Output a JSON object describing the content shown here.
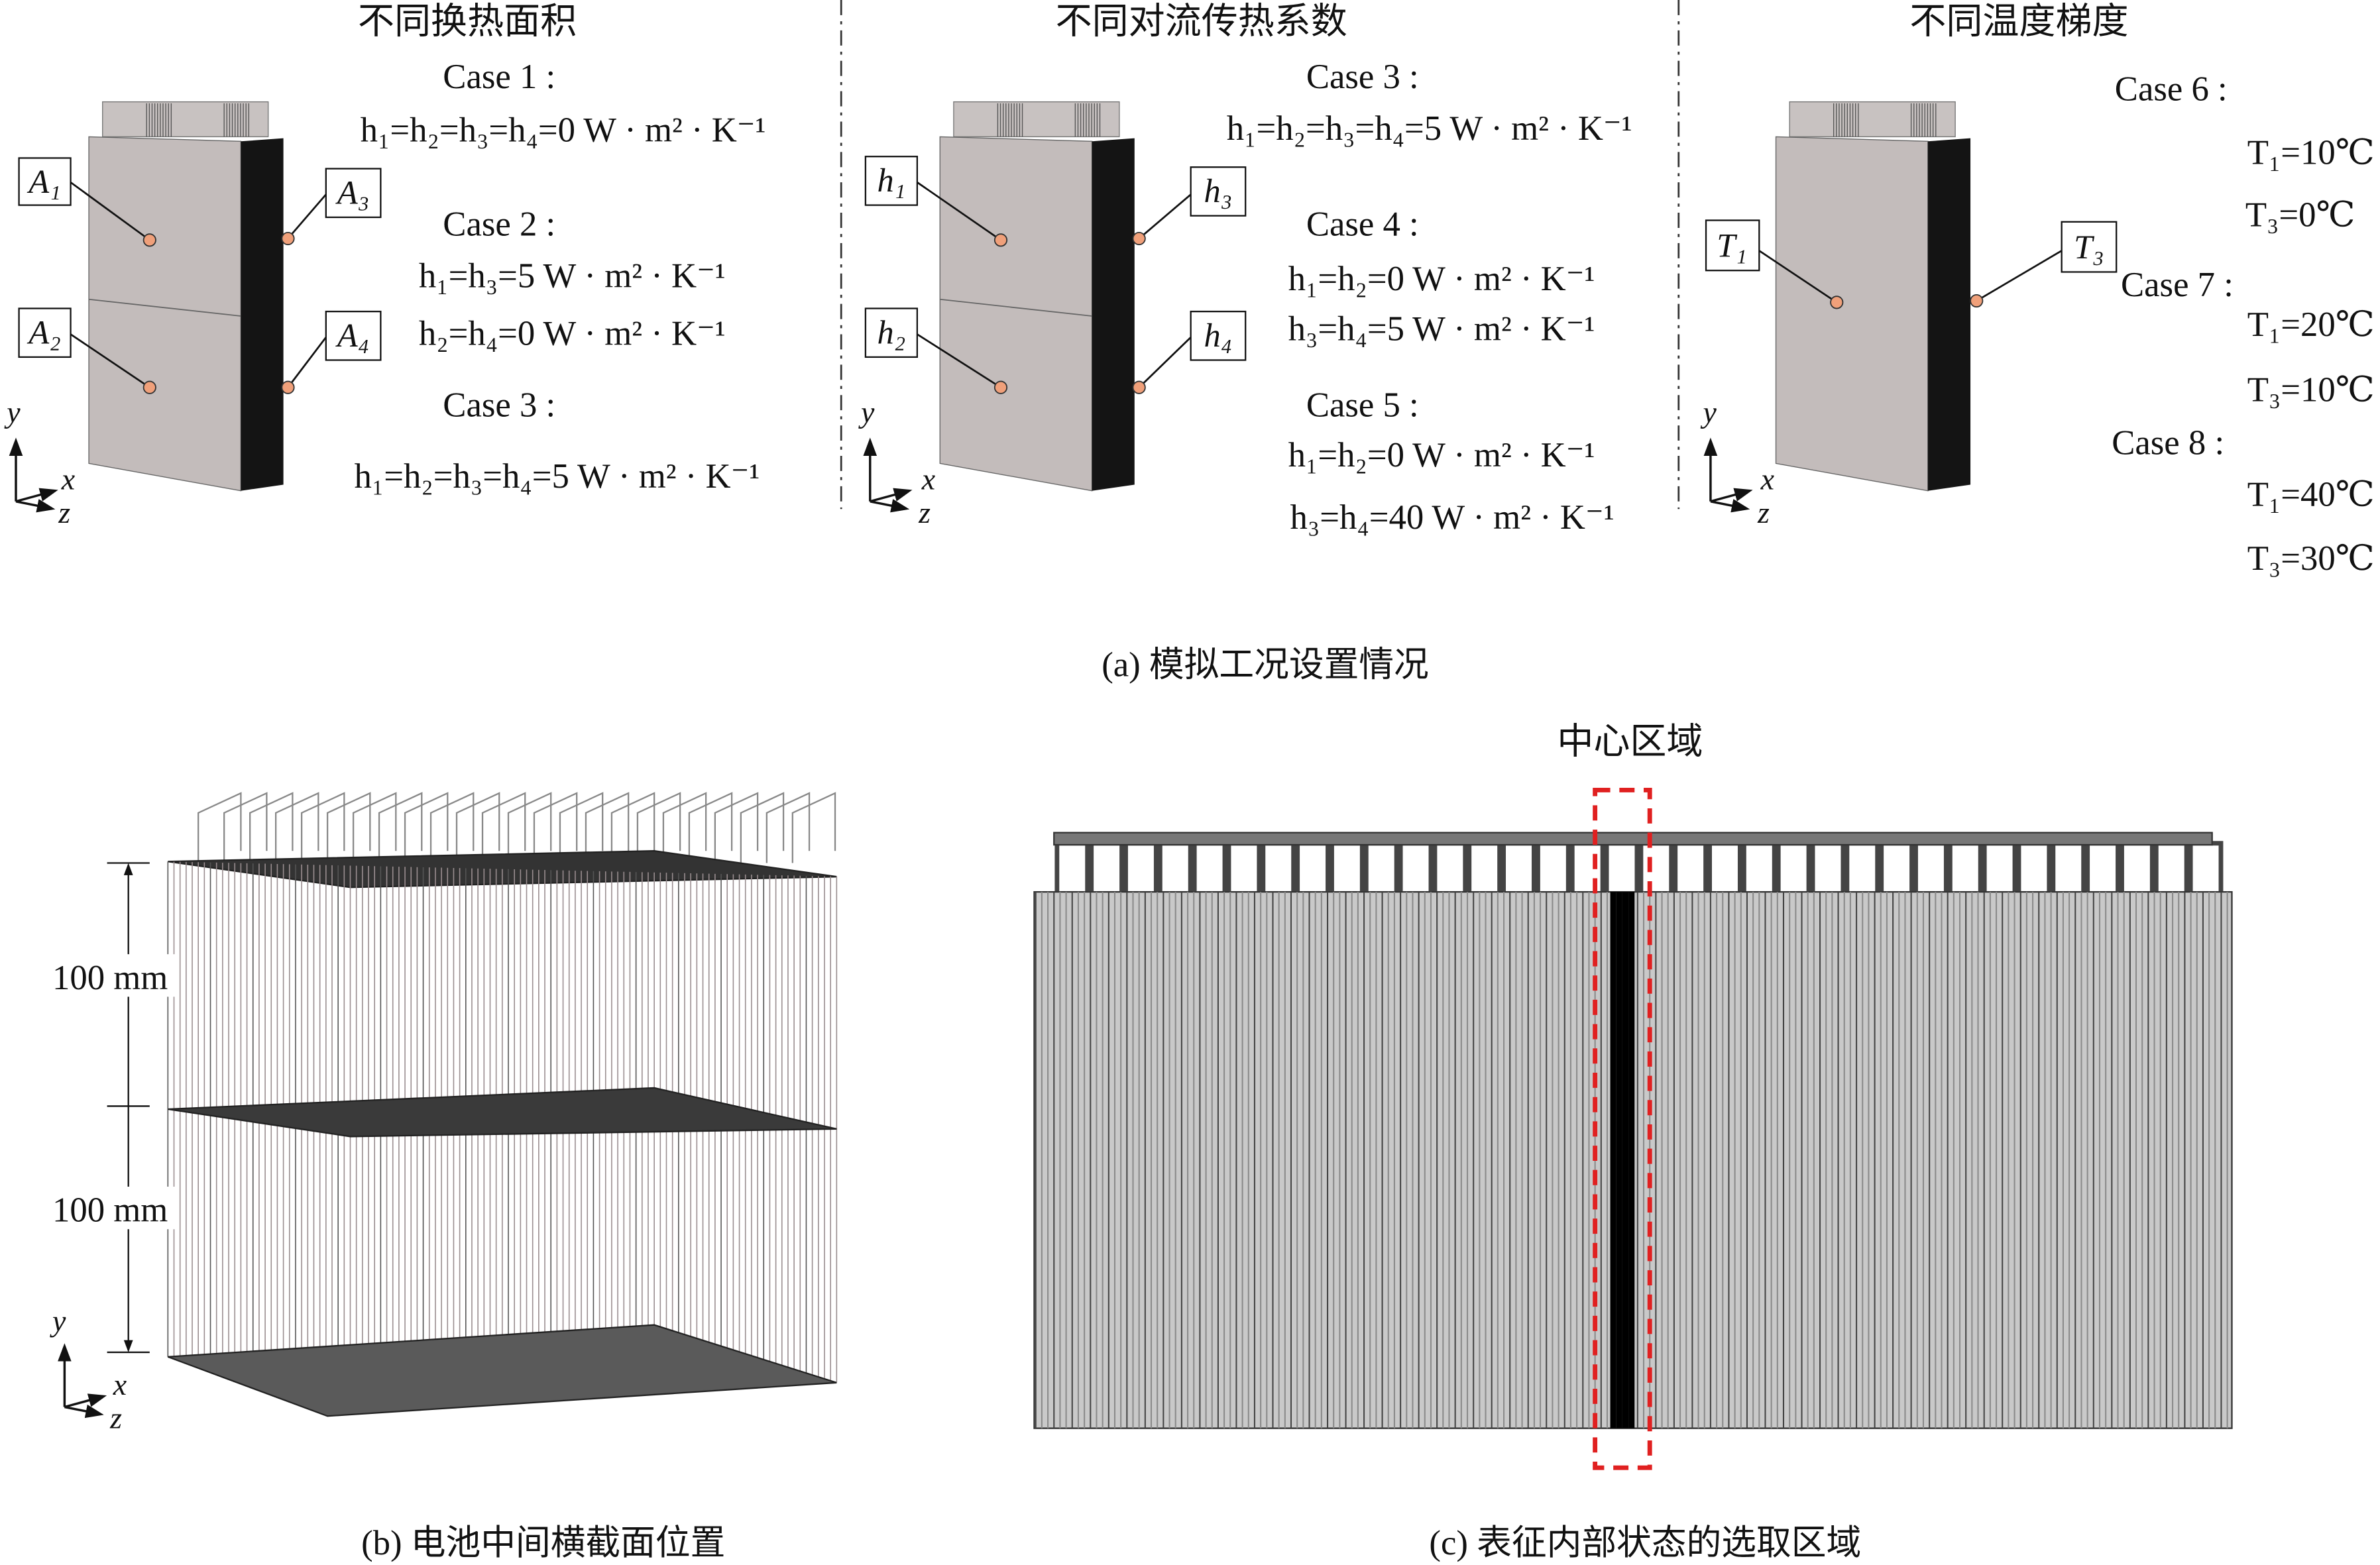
{
  "panel_a": {
    "caption": "(a) 模拟工况设置情况",
    "group1": {
      "title": "不同换热面积",
      "case1": "Case 1 :",
      "case1_eq": "h₁=h₂=h₃=h₄=0 W · m² · K⁻¹",
      "case2": "Case 2 :",
      "case2_eq1": "h₁=h₃=5 W · m² · K⁻¹",
      "case2_eq2": "h₂=h₄=0 W · m² · K⁻¹",
      "case3": "Case 3 :",
      "case3_eq": "h₁=h₂=h₃=h₄=5 W · m² · K⁻¹",
      "labels": [
        "A₁",
        "A₂",
        "A₃",
        "A₄"
      ]
    },
    "group2": {
      "title": "不同对流传热系数",
      "case3": "Case 3 :",
      "case3_eq": "h₁=h₂=h₃=h₄=5 W · m² · K⁻¹",
      "case4": "Case 4 :",
      "case4_eq1": "h₁=h₂=0 W · m² · K⁻¹",
      "case4_eq2": "h₃=h₄=5 W · m² · K⁻¹",
      "case5": "Case 5 :",
      "case5_eq1": "h₁=h₂=0 W · m² · K⁻¹",
      "case5_eq2": "h₃=h₄=40 W · m² · K⁻¹",
      "labels": [
        "h₁",
        "h₂",
        "h₃",
        "h₄"
      ]
    },
    "group3": {
      "title": "不同温度梯度",
      "case6": "Case 6 :",
      "case6_t1": "T₁=10℃",
      "case6_t3": "T₃=0℃",
      "case7": "Case 7 :",
      "case7_t1": "T₁=20℃",
      "case7_t3": "T₃=10℃",
      "case8": "Case 8 :",
      "case8_t1": "T₁=40℃",
      "case8_t3": "T₃=30℃",
      "labels": [
        "T₁",
        "T₃"
      ]
    },
    "axes": {
      "y": "y",
      "x": "x",
      "z": "z"
    }
  },
  "panel_b": {
    "caption": "(b) 电池中间横截面位置",
    "dim_top": "100 mm",
    "dim_bottom": "100 mm"
  },
  "panel_c": {
    "caption": "(c) 表征内部状态的选取区域",
    "region_label": "中心区域"
  },
  "colors": {
    "cell_face": "#c3bcbb",
    "cell_side": "#141414",
    "marker": "#f0a07a",
    "highlight": "#e02020"
  }
}
